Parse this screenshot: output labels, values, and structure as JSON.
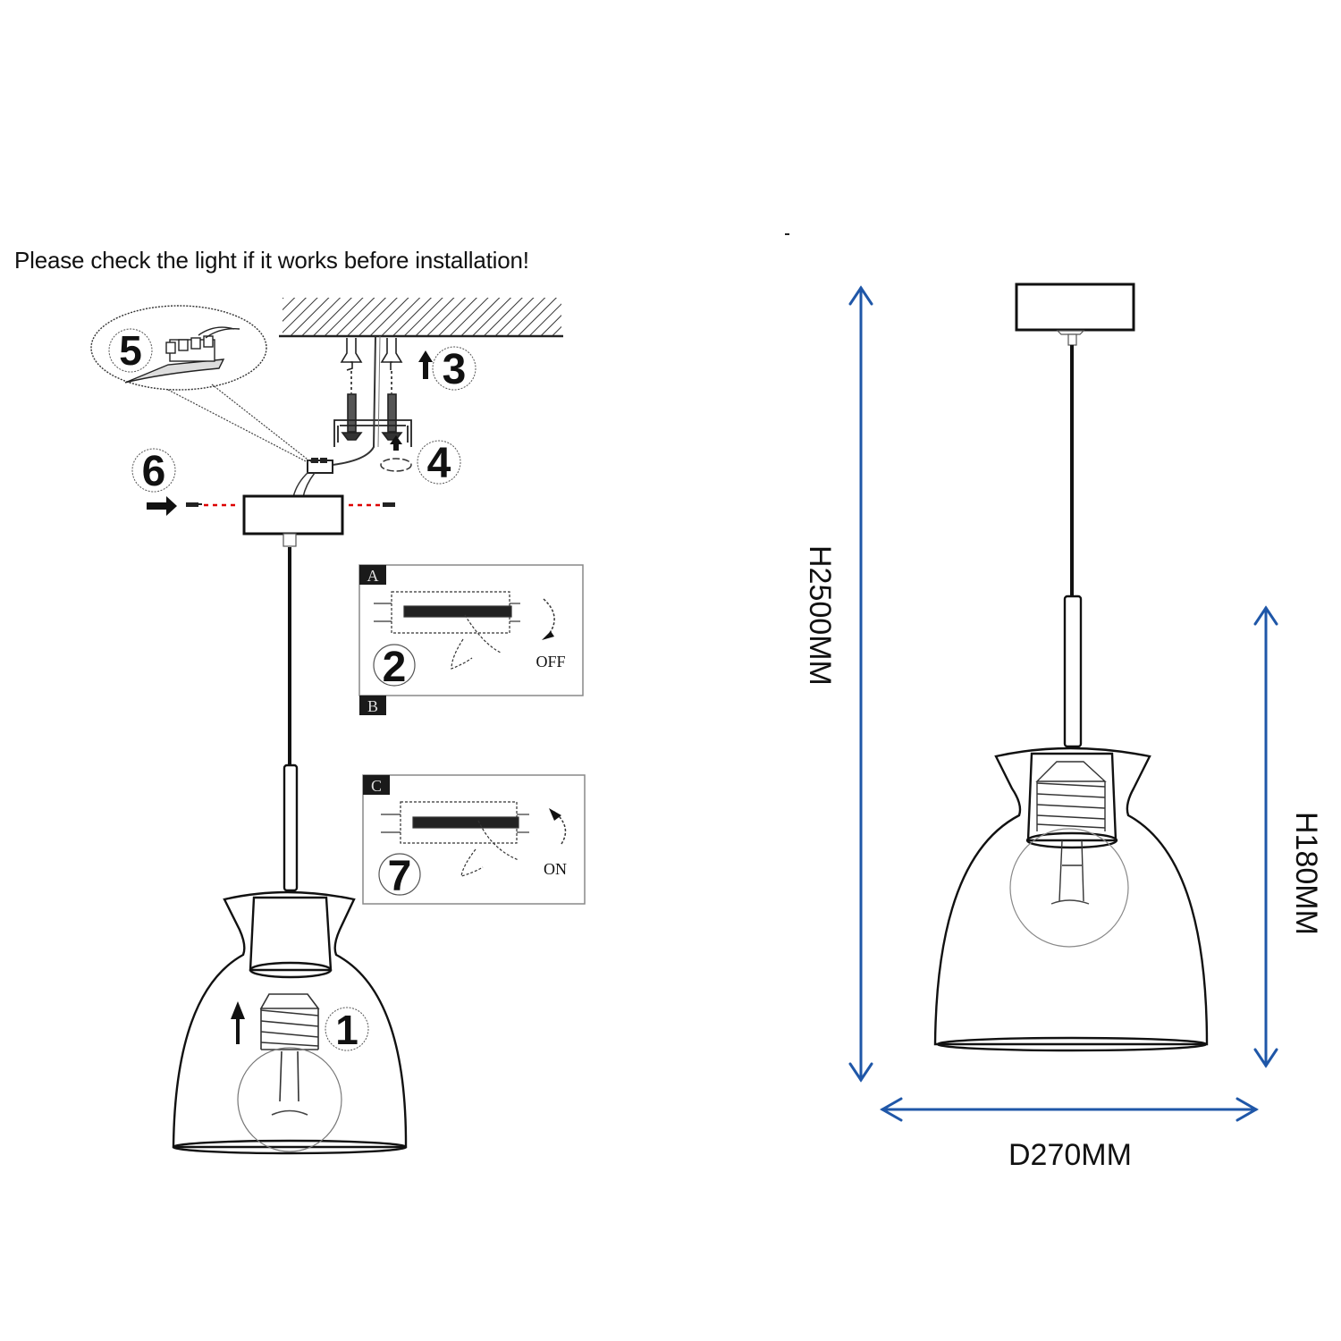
{
  "instructions": {
    "notice": "Please check the light if it works before installation!",
    "steps": [
      {
        "number": "1",
        "action": "insert-bulb"
      },
      {
        "number": "2",
        "action": "switch-breaker-off"
      },
      {
        "number": "3",
        "action": "fix-anchors-to-ceiling"
      },
      {
        "number": "4",
        "action": "screw-bracket"
      },
      {
        "number": "5",
        "action": "connect-terminal-block"
      },
      {
        "number": "6",
        "action": "fix-canopy-screws"
      },
      {
        "number": "7",
        "action": "switch-breaker-on"
      }
    ],
    "panel_tags": {
      "a": "A",
      "b": "B",
      "c": "C"
    },
    "switch_labels": {
      "off": "OFF",
      "on": "ON"
    }
  },
  "dimensions": {
    "total_height": "H2500MM",
    "shade_height": "H180MM",
    "diameter": "D270MM",
    "arrow_color": "#1f57a8"
  }
}
